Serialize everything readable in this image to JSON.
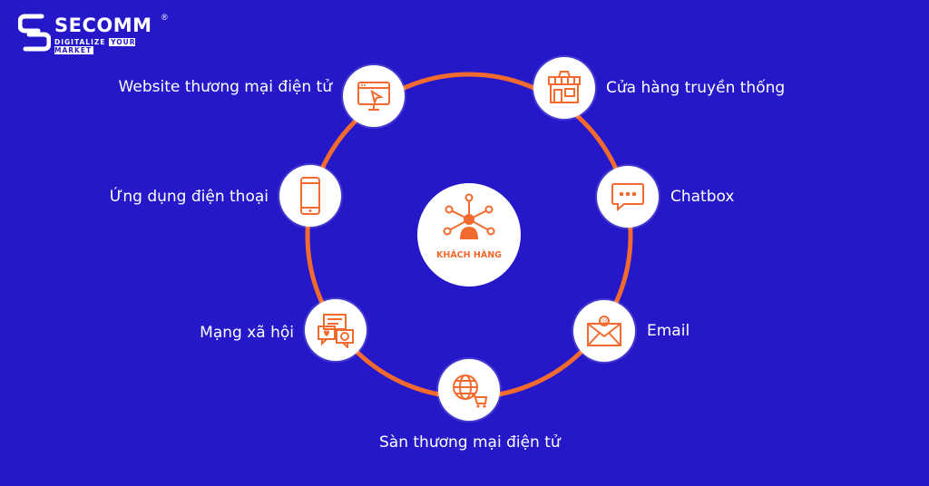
{
  "brand": {
    "name": "SECOMM",
    "registered": "®",
    "tagline_a": "DIGITALIZE",
    "tagline_b": "YOUR MARKET"
  },
  "center": {
    "label": "KHÁCH HÀNG",
    "icon": "customer-network-icon"
  },
  "channels": [
    {
      "key": "website",
      "label": "Website thương mại điện tử",
      "icon": "web-browser-icon"
    },
    {
      "key": "store",
      "label": "Cửa hàng truyền thống",
      "icon": "storefront-icon"
    },
    {
      "key": "chatbox",
      "label": "Chatbox",
      "icon": "chat-bubble-icon"
    },
    {
      "key": "email",
      "label": "Email",
      "icon": "envelope-icon"
    },
    {
      "key": "marketplace",
      "label": "Sàn thương mại điện tử",
      "icon": "globe-cart-icon"
    },
    {
      "key": "social",
      "label": "Mạng xã hội",
      "icon": "social-chat-icon"
    },
    {
      "key": "mobile",
      "label": "Ứng dụng điện thoại",
      "icon": "smartphone-icon"
    }
  ],
  "colors": {
    "background": "#2418c8",
    "accent": "#f26a2e",
    "node": "#ffffff"
  }
}
